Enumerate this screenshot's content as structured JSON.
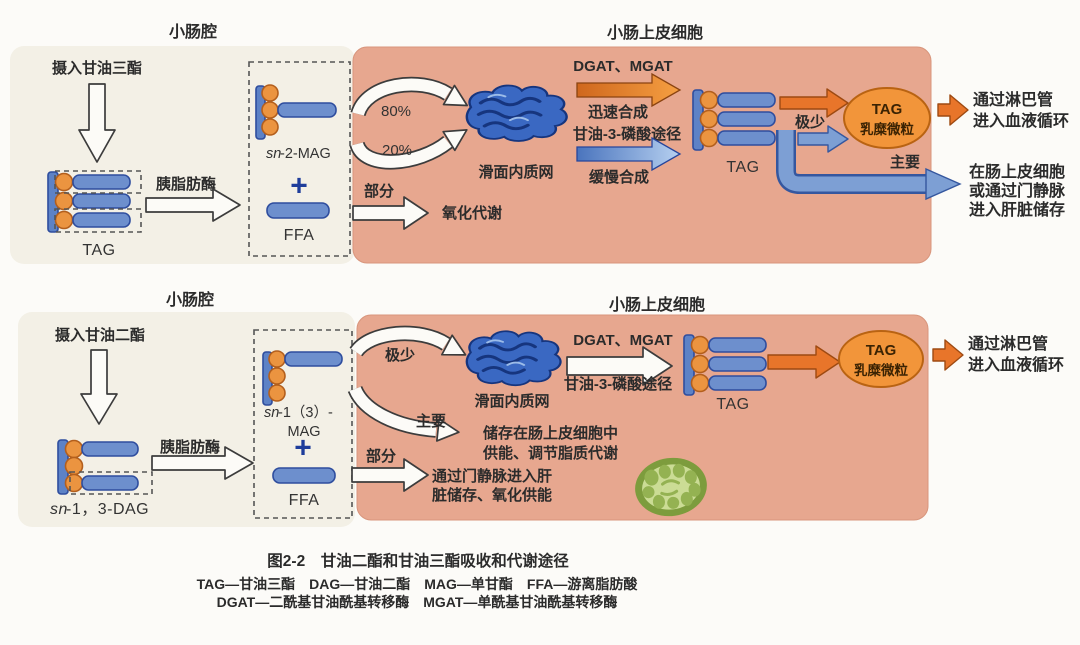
{
  "colors": {
    "lumen_panel_bg": "#f3f0e6",
    "cell_panel_bg": "#e7a78f",
    "molecule_blue": "#6d8fcd",
    "molecule_blue_dark": "#2e4d9e",
    "glycerol_orange": "#eb9440",
    "arrow_orange": "#e8752a",
    "arrow_blue": "#7d9fd4",
    "chylomicron_fill": "#f2953a",
    "er_blue": "#3a68c2",
    "mitochondrion_green": "#7d9c3d",
    "text": "#2b2b2b"
  },
  "top": {
    "lumen_title": "小肠腔",
    "cell_title": "小肠上皮细胞",
    "intake": "摄入甘油三酯",
    "tag_label": "TAG",
    "lipase": "胰脂肪酶",
    "mag_sn": "sn",
    "mag_rest": "-2-MAG",
    "plus": "+",
    "ffa": "FFA",
    "pct_80": "80%",
    "pct_20": "20%",
    "partial": "部分",
    "oxidation": "氧化代谢",
    "er_label": "滑面内质网",
    "enzymes": "DGAT、MGAT",
    "rapid": "迅速合成",
    "g3p": "甘油-3-磷酸途径",
    "slow": "缓慢合成",
    "cell_tag_label": "TAG",
    "minor": "极少",
    "chylo_line1": "TAG",
    "chylo_line2": "乳糜微粒",
    "lymph_line1": "通过淋巴管",
    "lymph_line2": "进入血液循环",
    "major": "主要",
    "liver_line1": "在肠上皮细胞",
    "liver_line2": "或通过门静脉",
    "liver_line3": "进入肝脏储存"
  },
  "bottom": {
    "lumen_title": "小肠腔",
    "cell_title": "小肠上皮细胞",
    "intake": "摄入甘油二酯",
    "dag_sn": "sn",
    "dag_rest": "-1，3-DAG",
    "lipase": "胰脂肪酶",
    "mag_sn": "sn",
    "mag_rest": "-1（3）-",
    "mag_line2": "MAG",
    "plus": "+",
    "ffa": "FFA",
    "minor": "极少",
    "er_label": "滑面内质网",
    "enzymes": "DGAT、MGAT",
    "g3p": "甘油-3-磷酸途径",
    "cell_tag_label": "TAG",
    "chylo_line1": "TAG",
    "chylo_line2": "乳糜微粒",
    "lymph_line1": "通过淋巴管",
    "lymph_line2": "进入血液循环",
    "major": "主要",
    "store_line1": "储存在肠上皮细胞中",
    "store_line2": "供能、调节脂质代谢",
    "partial": "部分",
    "portal_line1": "通过门静脉进入肝",
    "portal_line2": "脏储存、氧化供能"
  },
  "caption": {
    "title": "图2-2　甘油二酯和甘油三酯吸收和代谢途径",
    "legend1": "TAG—甘油三酯　DAG—甘油二酯　MAG—单甘酯　FFA—游离脂肪酸",
    "legend2": "DGAT—二酰基甘油酰基转移酶　MGAT—单酰基甘油酰基转移酶"
  }
}
